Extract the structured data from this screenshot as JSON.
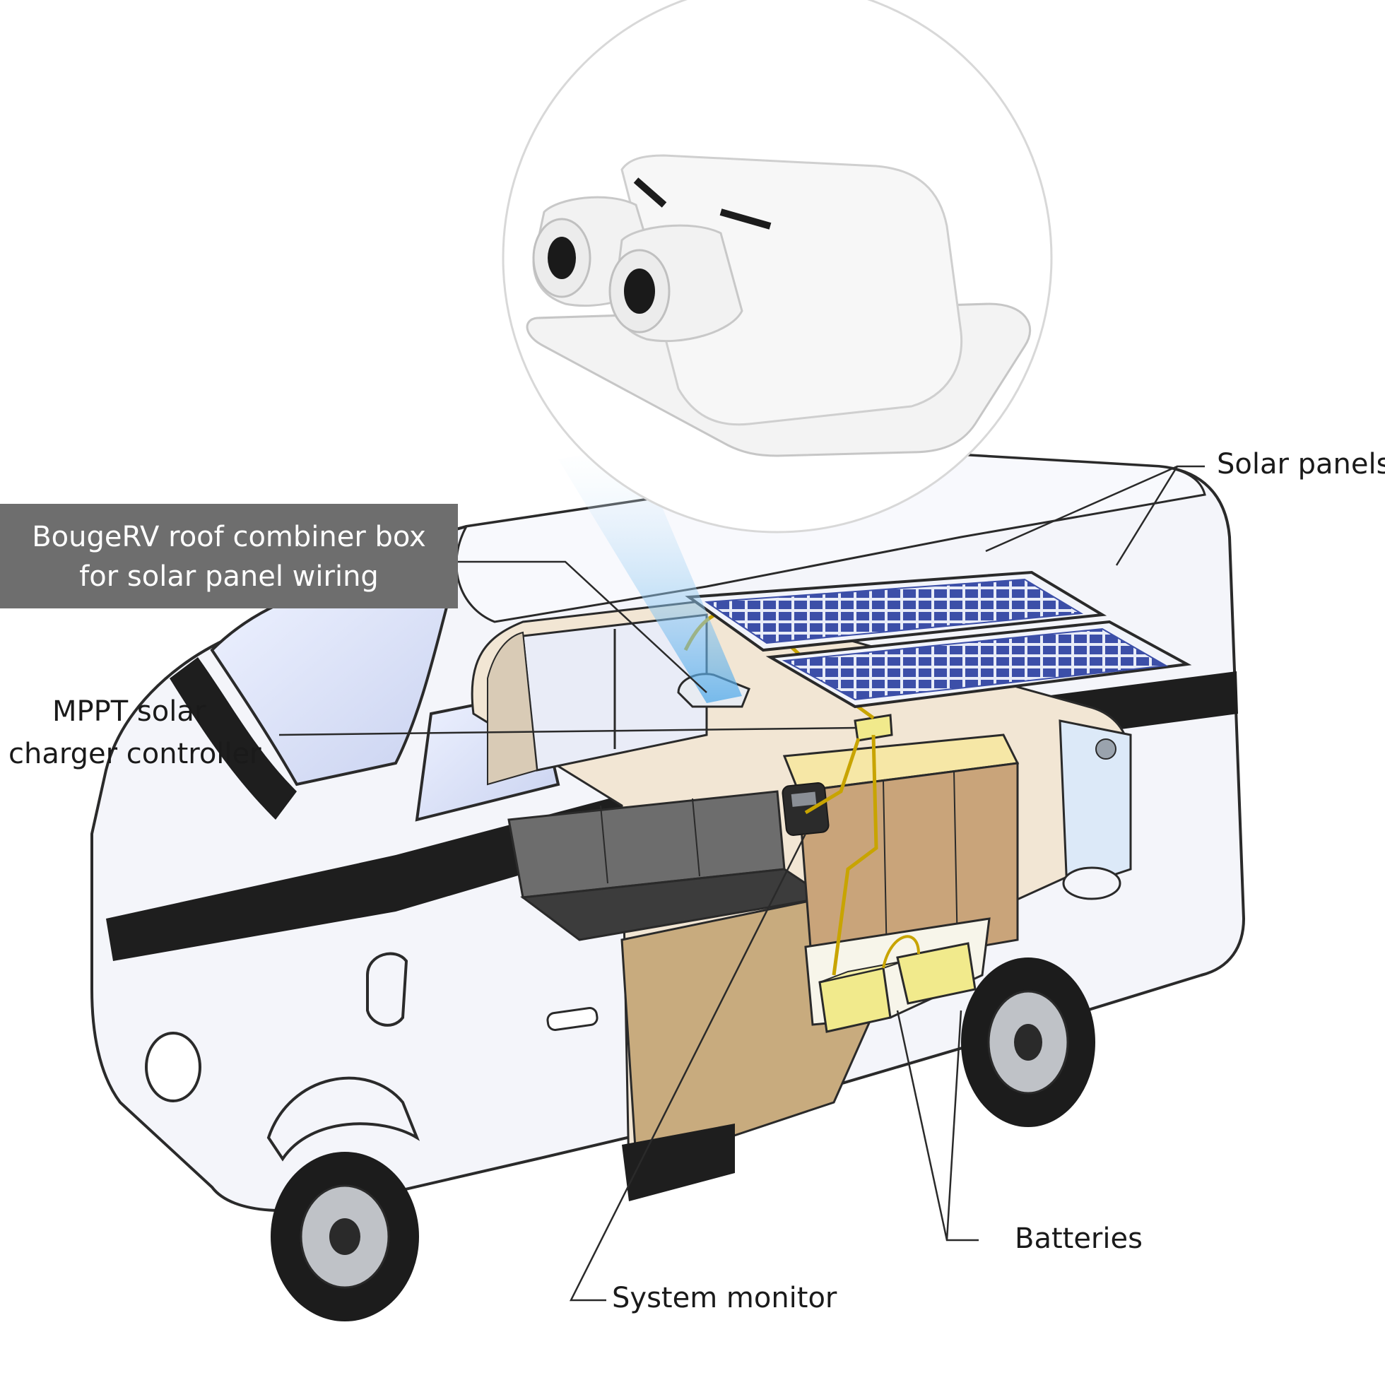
{
  "labels": {
    "solar_panels": "Solar panels",
    "combiner_line1": "BougeRV roof combiner box",
    "combiner_line2": "for solar panel wiring",
    "mppt_line1": "MPPT solar",
    "mppt_line2": "charger controller",
    "batteries": "Batteries",
    "system_monitor": "System monitor"
  },
  "colors": {
    "outline": "#2a2a2a",
    "van_body": "#f4f5fa",
    "stripe": "#1e1e1e",
    "solar_cell": "#3c4fa8",
    "wood": "#c9a47a",
    "floor": "#c8ab7e",
    "battery": "#f1ea8c",
    "beam": "#5aaee6",
    "callout_bg": "#6e6e6e"
  }
}
